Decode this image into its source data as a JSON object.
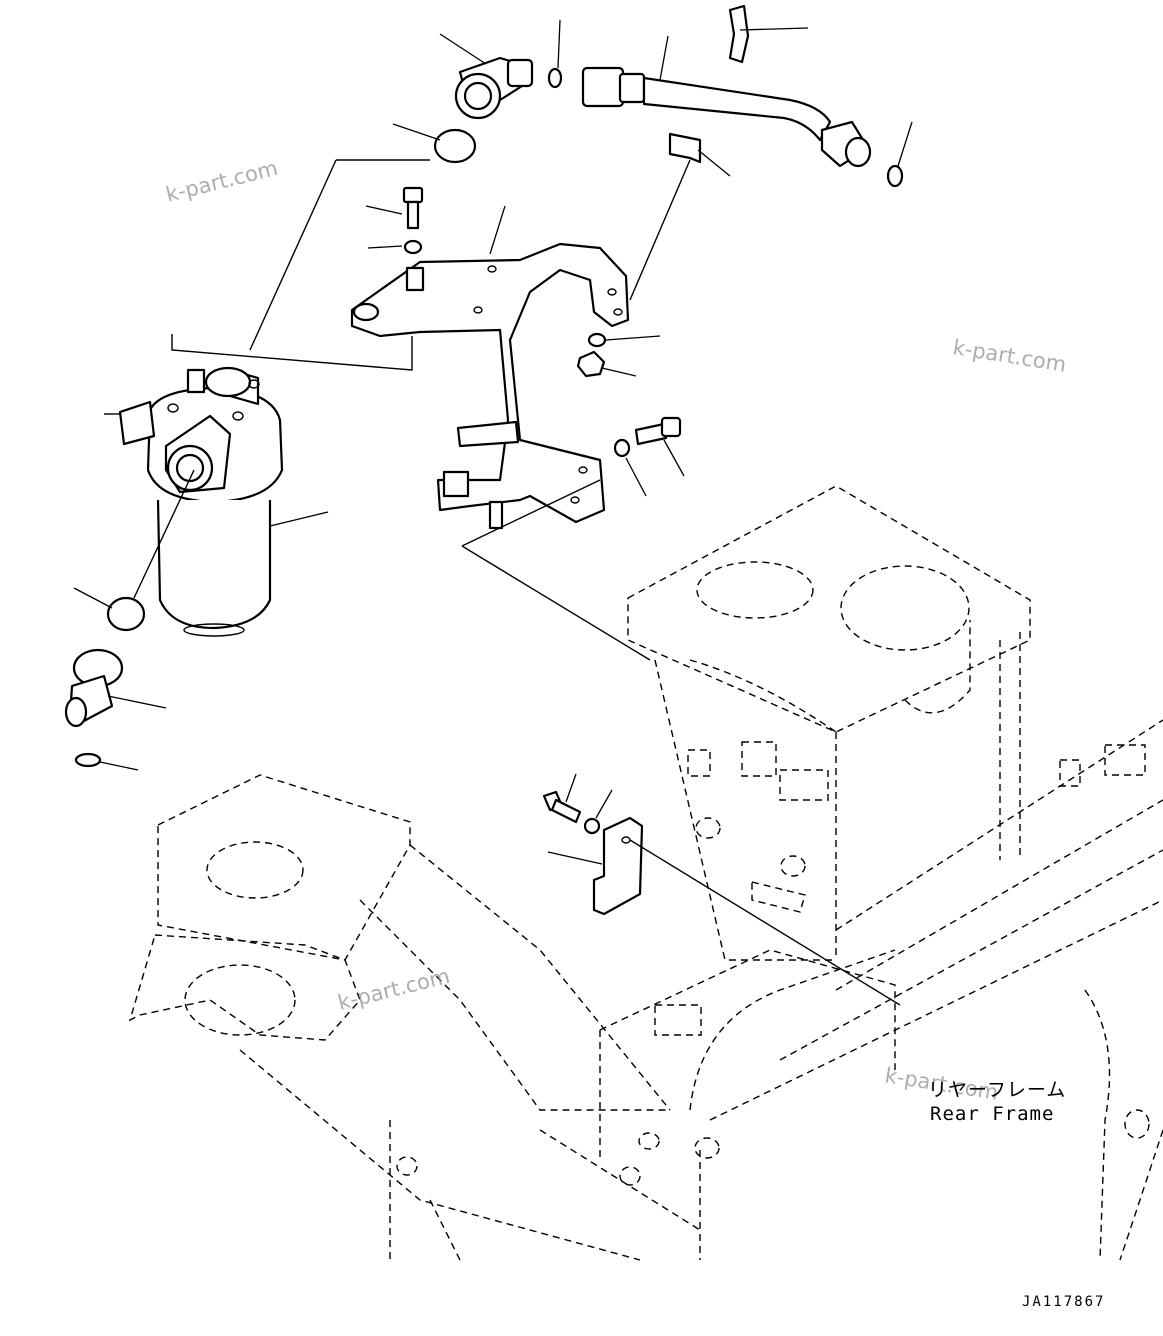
{
  "watermarks": [
    "k-part.com",
    "k-part.com",
    "k-part.com",
    "k-part.com"
  ],
  "frame_label": {
    "japanese": "リヤーフレーム",
    "english": "Rear Frame"
  },
  "drawing_code": "JA117867",
  "parts": [
    {
      "icon": "elbow-fitting-icon"
    },
    {
      "icon": "o-ring-icon"
    },
    {
      "icon": "hose-pipe-icon"
    },
    {
      "icon": "hose-clamp-icon"
    },
    {
      "icon": "cap-icon"
    },
    {
      "icon": "bolt-icon"
    },
    {
      "icon": "washer-icon"
    },
    {
      "icon": "mounting-bracket-icon"
    },
    {
      "icon": "nut-icon"
    },
    {
      "icon": "filter-housing-icon"
    },
    {
      "icon": "elbow-fitting-icon"
    },
    {
      "icon": "small-bracket-icon"
    },
    {
      "icon": "rear-frame-icon"
    }
  ]
}
